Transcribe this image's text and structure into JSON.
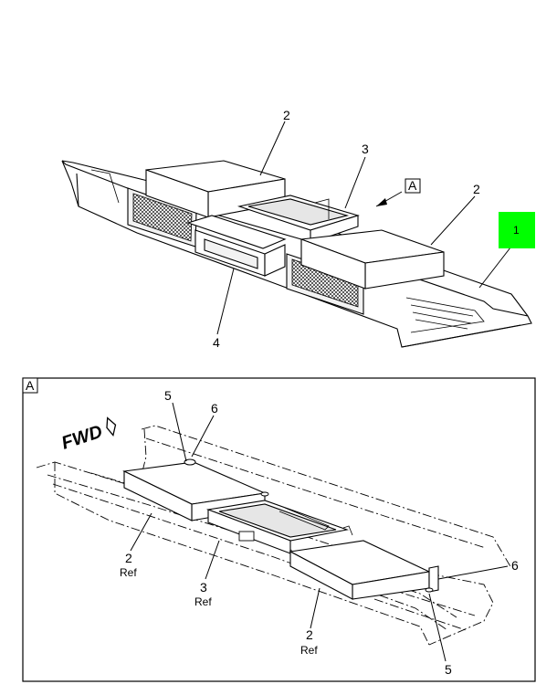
{
  "callouts": {
    "main": {
      "c1": "1",
      "c2a": "2",
      "c2b": "2",
      "c3": "3",
      "c4": "4",
      "view_ref": "A"
    },
    "detail": {
      "view_label": "A",
      "fwd": "FWD",
      "c5a": "5",
      "c5b": "5",
      "c6a": "6",
      "c6b": "6",
      "c2a": "2",
      "c2a_ref": "Ref",
      "c3": "3",
      "c3_ref": "Ref",
      "c2b": "2",
      "c2b_ref": "Ref"
    }
  },
  "colors": {
    "highlight": "#00ff00",
    "line": "#000000"
  }
}
